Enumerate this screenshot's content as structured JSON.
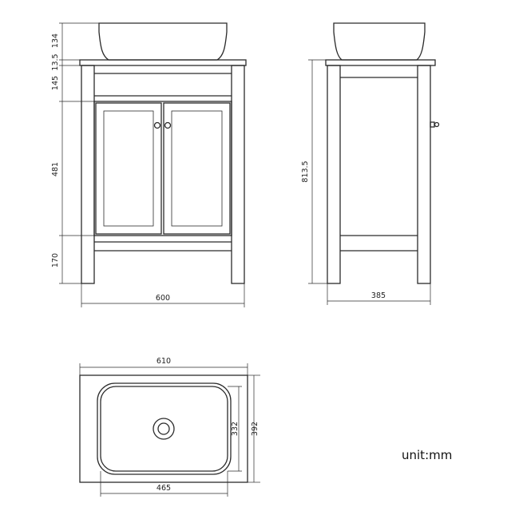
{
  "dimensions": {
    "basin_height": "134",
    "top_thickness": "13.5",
    "upper_rail": "145",
    "door_height": "481",
    "bottom_gap": "170",
    "front_width": "600",
    "total_height": "813.5",
    "side_depth": "385",
    "top_width": "610",
    "top_depth": "392",
    "basin_inner_depth": "332",
    "basin_inner_width": "465"
  },
  "unit": "unit:mm"
}
